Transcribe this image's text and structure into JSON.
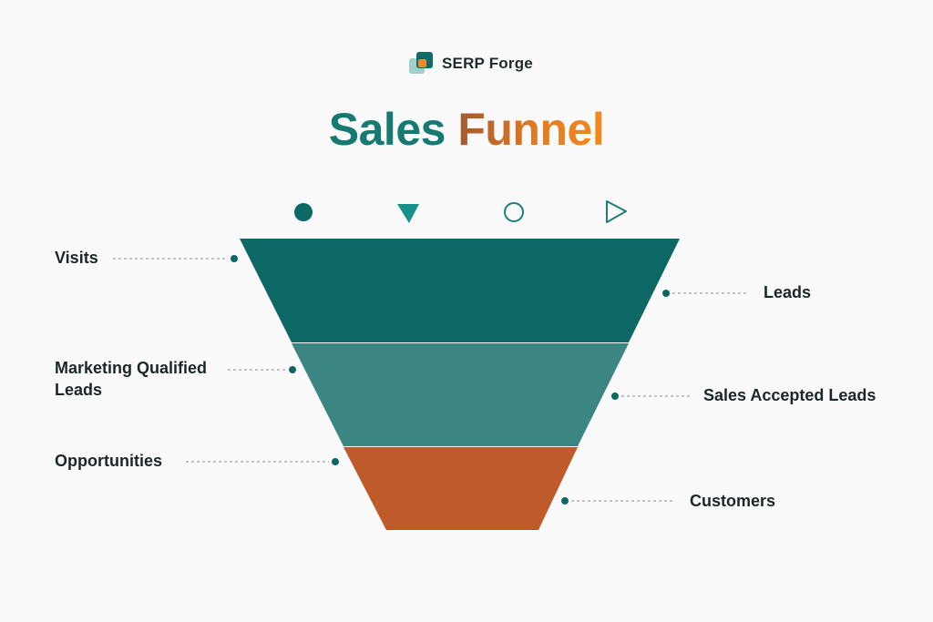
{
  "brand": {
    "name": "SERP Forge"
  },
  "title": {
    "part1": "Sales",
    "part2": "Funnel"
  },
  "icons": [
    "filled-circle-icon",
    "filled-triangle-icon",
    "outline-circle-icon",
    "outline-triangle-icon"
  ],
  "colors": {
    "stage1": "#0d6765",
    "stage2": "#3b8582",
    "stage3": "#bf5a2b",
    "accent": "#167a72",
    "orange": "#ee8a2a",
    "line": "#9aa3a3"
  },
  "labels": {
    "left": [
      "Visits",
      "Marketing Qualified Leads",
      "Opportunities"
    ],
    "right": [
      "Leads",
      "Sales Accepted Leads",
      "Customers"
    ]
  }
}
